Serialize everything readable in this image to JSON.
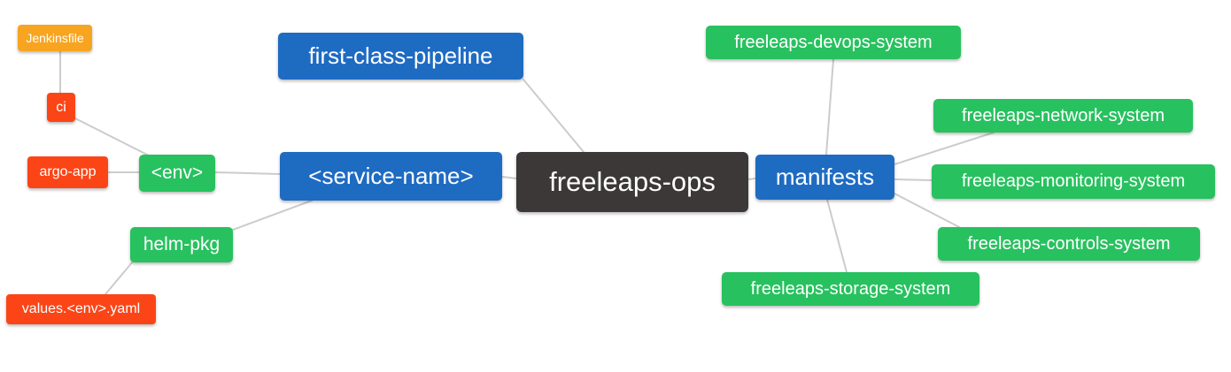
{
  "diagram": {
    "type": "mindmap",
    "background": "#ffffff",
    "edge_color": "#cccccc",
    "palette": {
      "blue": "#1e6bc2",
      "green": "#28c15f",
      "orange": "#f7a521",
      "red": "#fb4517",
      "dark": "#3b3837"
    },
    "nodes": {
      "jenkinsfile": {
        "label": "Jenkinsfile",
        "color": "#f7a521"
      },
      "ci": {
        "label": "ci",
        "color": "#fb4517"
      },
      "argo_app": {
        "label": "argo-app",
        "color": "#fb4517"
      },
      "env": {
        "label": "<env>",
        "color": "#28c15f"
      },
      "helm_pkg": {
        "label": "helm-pkg",
        "color": "#28c15f"
      },
      "values_env_yaml": {
        "label": "values.<env>.yaml",
        "color": "#fb4517"
      },
      "first_class_pipeline": {
        "label": "first-class-pipeline",
        "color": "#1e6bc2"
      },
      "service_name": {
        "label": "<service-name>",
        "color": "#1e6bc2"
      },
      "freeleaps_ops": {
        "label": "freeleaps-ops",
        "color": "#3b3837"
      },
      "manifests": {
        "label": "manifests",
        "color": "#1e6bc2"
      },
      "devops_system": {
        "label": "freeleaps-devops-system",
        "color": "#28c15f"
      },
      "network_system": {
        "label": "freeleaps-network-system",
        "color": "#28c15f"
      },
      "monitoring_system": {
        "label": "freeleaps-monitoring-system",
        "color": "#28c15f"
      },
      "controls_system": {
        "label": "freeleaps-controls-system",
        "color": "#28c15f"
      },
      "storage_system": {
        "label": "freeleaps-storage-system",
        "color": "#28c15f"
      }
    },
    "edges": [
      {
        "from": "jenkinsfile",
        "to": "ci"
      },
      {
        "from": "ci",
        "to": "env"
      },
      {
        "from": "argo_app",
        "to": "env"
      },
      {
        "from": "env",
        "to": "service_name"
      },
      {
        "from": "values_env_yaml",
        "to": "helm_pkg"
      },
      {
        "from": "helm_pkg",
        "to": "service_name"
      },
      {
        "from": "service_name",
        "to": "freeleaps_ops"
      },
      {
        "from": "first_class_pipeline",
        "to": "freeleaps_ops"
      },
      {
        "from": "freeleaps_ops",
        "to": "manifests"
      },
      {
        "from": "manifests",
        "to": "devops_system"
      },
      {
        "from": "manifests",
        "to": "network_system"
      },
      {
        "from": "manifests",
        "to": "monitoring_system"
      },
      {
        "from": "manifests",
        "to": "controls_system"
      },
      {
        "from": "manifests",
        "to": "storage_system"
      }
    ]
  }
}
